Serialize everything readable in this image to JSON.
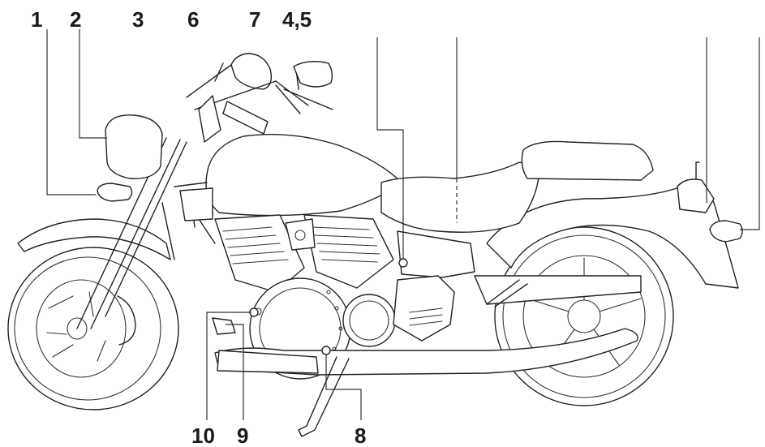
{
  "labels": {
    "l1": "1",
    "l2": "2",
    "l3": "3",
    "l6": "6",
    "l7": "7",
    "l45": "4,5",
    "l10": "10",
    "l9": "9",
    "l8": "8"
  }
}
